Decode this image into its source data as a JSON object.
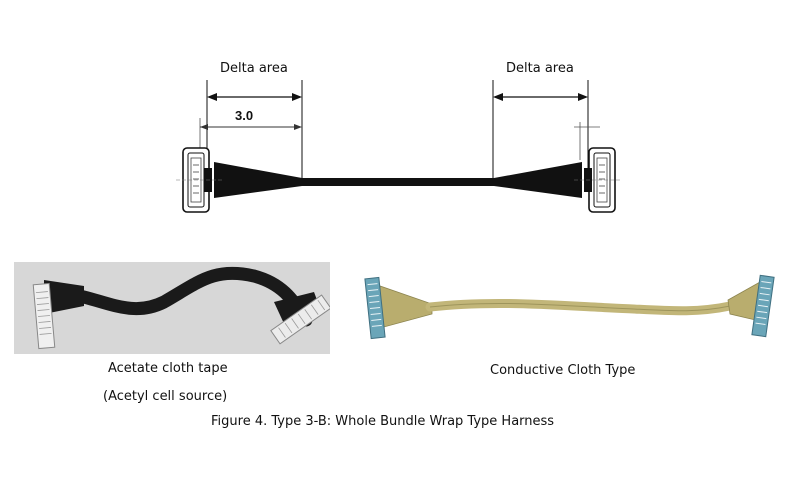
{
  "diagram": {
    "left_area_label": "Delta area",
    "right_area_label": "Delta area",
    "dimension_label": "3.0"
  },
  "photos": {
    "left_caption_line1": "Acetate cloth tape",
    "left_caption_line2": "(Acetyl cell source)",
    "right_caption": "Conductive Cloth Type"
  },
  "figure_caption": "Figure 4. Type 3-B:  Whole Bundle Wrap Type Harness",
  "colors": {
    "ink": "#111111",
    "photo_bg_left": "#d9d9d9",
    "cable_black": "#1a1a1a",
    "cable_gold": "#b9ad6e",
    "connector_blue": "#6aa5b8"
  }
}
